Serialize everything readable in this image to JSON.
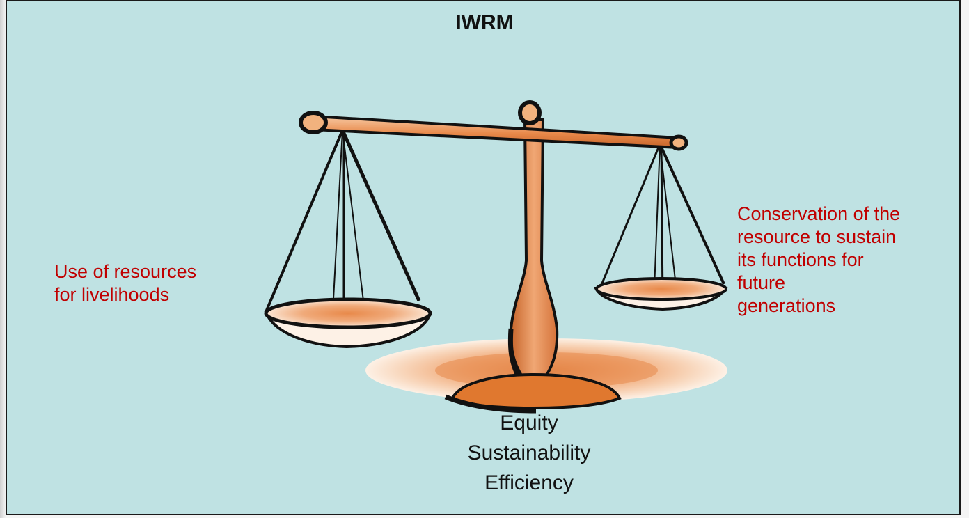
{
  "slide": {
    "title": "IWRM",
    "left_label": "Use of resources\nfor livelihoods",
    "right_label": "Conservation of the\nresource to sustain\nits functions for\nfuture\ngenerations",
    "principles": [
      "Equity",
      "Sustainability",
      "Efficiency"
    ]
  },
  "colors": {
    "background": "#bfe2e3",
    "accent_text": "#c00000",
    "scale_orange": "#e8894a",
    "scale_light": "#f7d3b3"
  },
  "icons": {
    "scale": "balance-scale-icon"
  }
}
